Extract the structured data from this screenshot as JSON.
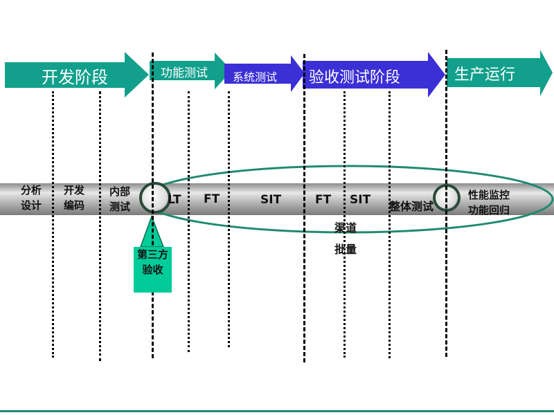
{
  "phases": [
    {
      "label": "开发阶段",
      "color": "#12a08c"
    },
    {
      "label": "功能测试",
      "color": "#12a08c"
    },
    {
      "label": "系统测试",
      "color": "#3b2fd6"
    },
    {
      "label": "验收测试阶段",
      "color": "#3b2fd6"
    },
    {
      "label": "生产运行",
      "color": "#12a08c"
    }
  ],
  "pipeline": {
    "analysis": [
      "分析",
      "设计"
    ],
    "develop": [
      "开发",
      "编码"
    ],
    "internal": [
      "内部",
      "测试"
    ],
    "lt": "LT",
    "ft1": "FT",
    "sit1": "SIT",
    "ft2": "FT",
    "sit2": "SIT",
    "overall": "整体测试",
    "channel": "渠道",
    "batch": "批量",
    "prod": [
      "性能监控",
      "功能回归"
    ]
  },
  "third_party": [
    "第三方",
    "验收"
  ],
  "colors": {
    "teal": "#12a08c",
    "blue": "#3b2fd6",
    "ellipse": "#1f8a70",
    "third": "#00cc99"
  }
}
